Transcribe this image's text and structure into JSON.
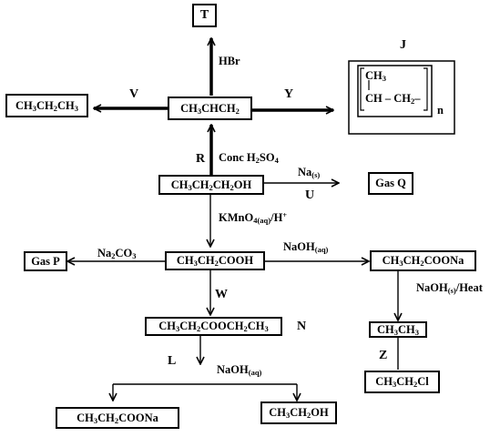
{
  "nodes": {
    "T": "T",
    "propene": "CH3CHCH2",
    "propane": "CH3CH2CH3",
    "propanol": "CH3CH2CH2OH",
    "gas_q": "Gas Q",
    "propanoic_acid": "CH3CH2COOH",
    "gas_p": "Gas P",
    "sodium_propanoate": "CH3CH2COONa",
    "ester": "CH3CH2COOCH2CH3",
    "ethane": "CH3CH3",
    "chloroethane": "CH3CH2Cl",
    "sodium_propanoate_2": "CH3CH2COONa",
    "ethanol": "CH3CH2OH"
  },
  "polymer": {
    "label": "J",
    "top": "CH3",
    "chain": "CH – CH2–",
    "subscript_n": "n"
  },
  "reagents": {
    "hbr": "HBr",
    "conc_h2so4": "Conc H2SO4",
    "na": "Na(s)",
    "kmno4": "KMnO4(aq)/H+",
    "na2co3": "Na2CO3",
    "naoh_aq": "NaOH(aq)",
    "naoh_s_heat": "NaOH(s)/Heat",
    "naoh_aq_2": "NaOH(aq)"
  },
  "letters": {
    "V": "V",
    "Y": "Y",
    "R": "R",
    "U": "U",
    "W": "W",
    "N": "N",
    "L": "L",
    "Z": "Z"
  }
}
